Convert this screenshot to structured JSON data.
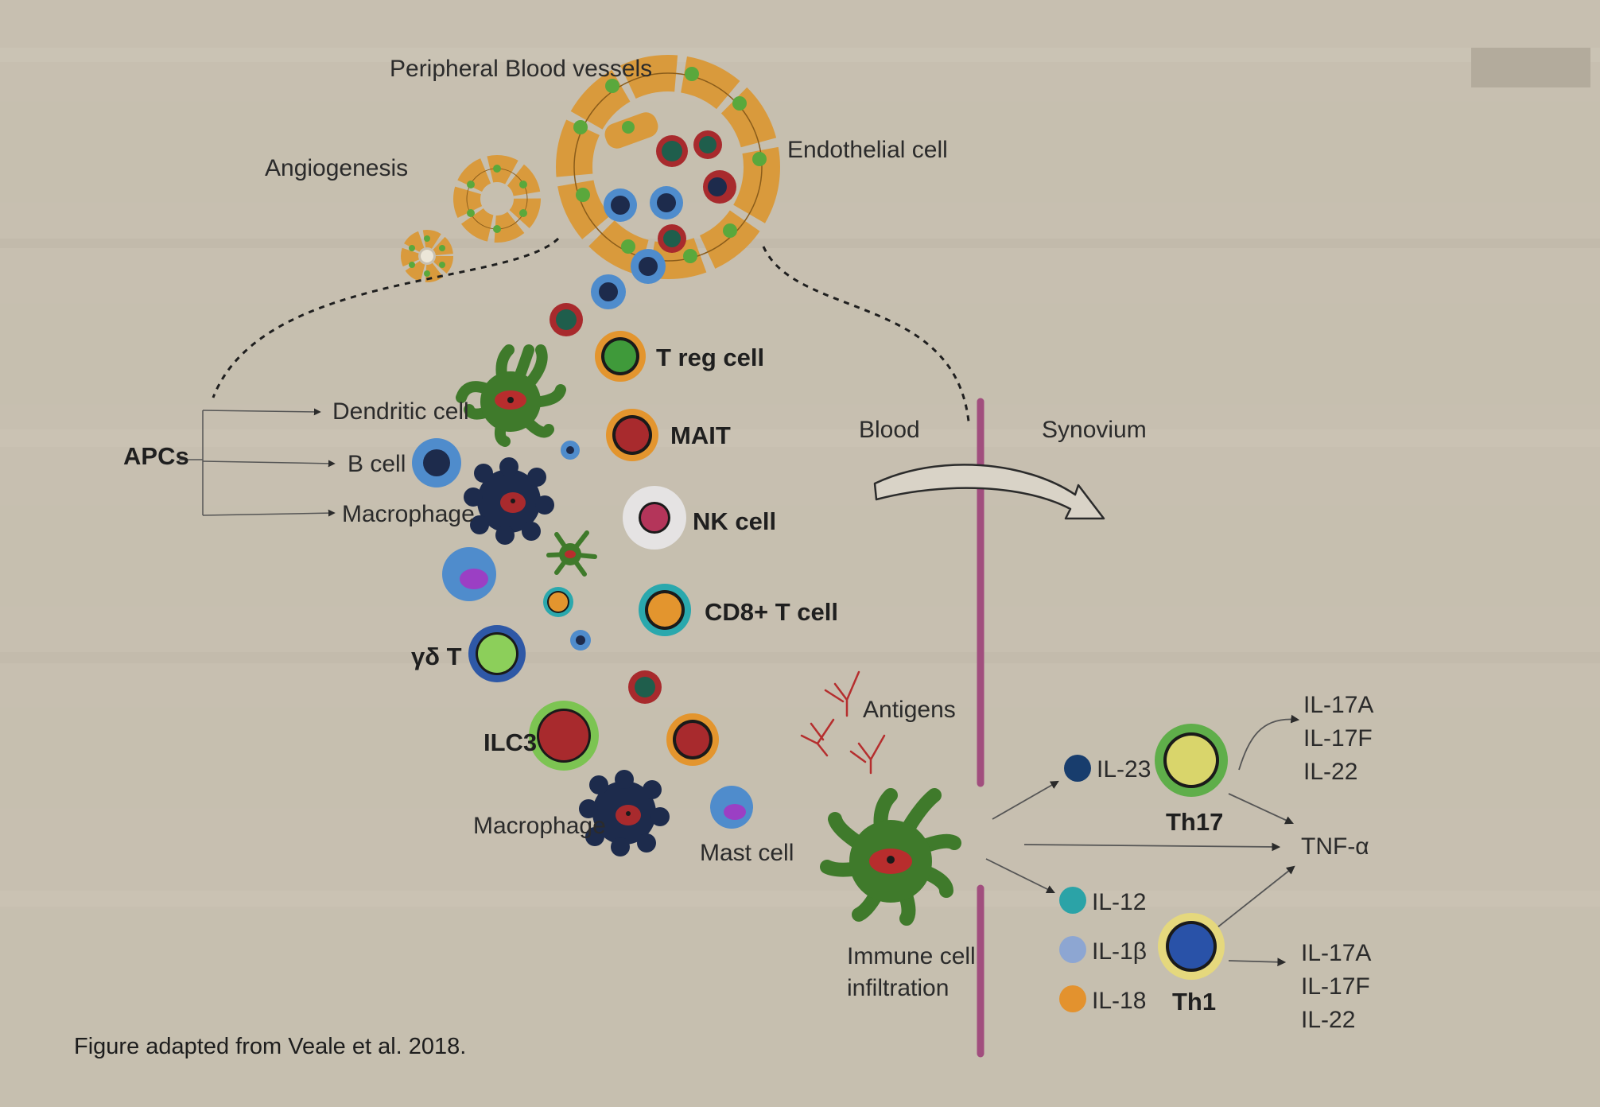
{
  "labels": {
    "peripheral_vessels": "Peripheral Blood vessels",
    "endothelial_cell": "Endothelial cell",
    "angiogenesis": "Angiogenesis",
    "apcs": "APCs",
    "dendritic_cell": "Dendritic cell",
    "b_cell": "B cell",
    "macrophage_apc": "Macrophage",
    "treg_cell": "T reg cell",
    "mait": "MAIT",
    "nk_cell": "NK cell",
    "cd8_t_cell": "CD8+ T cell",
    "gamma_delta_t": "γδ T",
    "ilc3": "ILC3",
    "macrophage": "Macrophage",
    "mast_cell": "Mast cell",
    "blood": "Blood",
    "synovium": "Synovium",
    "antigens": "Antigens",
    "immune_infiltration_1": "Immune cell",
    "immune_infiltration_2": "infiltration"
  },
  "cytokines": {
    "il23": "IL-23",
    "il12": "IL-12",
    "il1b": "IL-1β",
    "il18": "IL-18",
    "th17": "Th17",
    "th1": "Th1",
    "tnf": "TNF-α",
    "th17_outputs": [
      "IL-17A",
      "IL-17F",
      "IL-22"
    ],
    "th1_outputs": [
      "IL-17A",
      "IL-17F",
      "IL-22"
    ]
  },
  "credit": "Figure adapted from Veale et al. 2018.",
  "colors": {
    "background": "#c7bfb0",
    "endothelium": "#d99a3c",
    "endothelium_nucleus": "#5aa83c",
    "dendritic": "#3f7a2b",
    "dark_navy": "#1d2b4c",
    "red_cell": "#a82a2d",
    "blue_cell": "#4f8ccc",
    "teal": "#2aa8ad",
    "orange": "#e3952e",
    "synovium_line": "#a14e7e",
    "il23": "#183d6d",
    "il12": "#2ba3a7",
    "il1b": "#8da6d2",
    "il18": "#e3922e",
    "th17_outer": "#5fae4a",
    "th17_inner": "#d9d56b",
    "th1_outer": "#e5d87d",
    "th1_inner": "#2952a8"
  }
}
